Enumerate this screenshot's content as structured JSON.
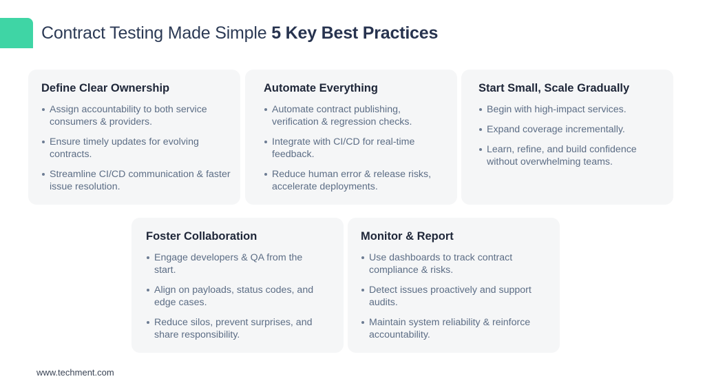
{
  "header": {
    "title_light": "Contract Testing Made Simple",
    "title_bold": "5 Key Best Practices"
  },
  "cards": [
    {
      "title": "Define Clear Ownership",
      "bullets": [
        "Assign accountability to both service consumers & providers.",
        "Ensure timely updates for evolving contracts.",
        "Streamline CI/CD communication & faster issue resolution."
      ]
    },
    {
      "title": "Automate Everything",
      "bullets": [
        "Automate contract publishing, verification & regression checks.",
        "Integrate with CI/CD for real-time feedback.",
        "Reduce human error & release risks, accelerate deployments."
      ]
    },
    {
      "title": "Start Small, Scale Gradually",
      "bullets": [
        "Begin with high-impact services.",
        "Expand coverage incrementally.",
        "Learn, refine, and build confidence without overwhelming teams."
      ]
    },
    {
      "title": "Foster Collaboration",
      "bullets": [
        "Engage developers & QA from the start.",
        "Align on payloads, status codes, and edge cases.",
        "Reduce silos, prevent surprises, and share responsibility."
      ]
    },
    {
      "title": "Monitor & Report",
      "bullets": [
        "Use dashboards to track contract compliance & risks.",
        "Detect issues proactively and support audits.",
        "Maintain system reliability & reinforce accountability."
      ]
    }
  ],
  "footer": {
    "url": "www.techment.com"
  },
  "colors": {
    "accent": "#3fd5a5",
    "card_bg": "#f5f6f7"
  }
}
